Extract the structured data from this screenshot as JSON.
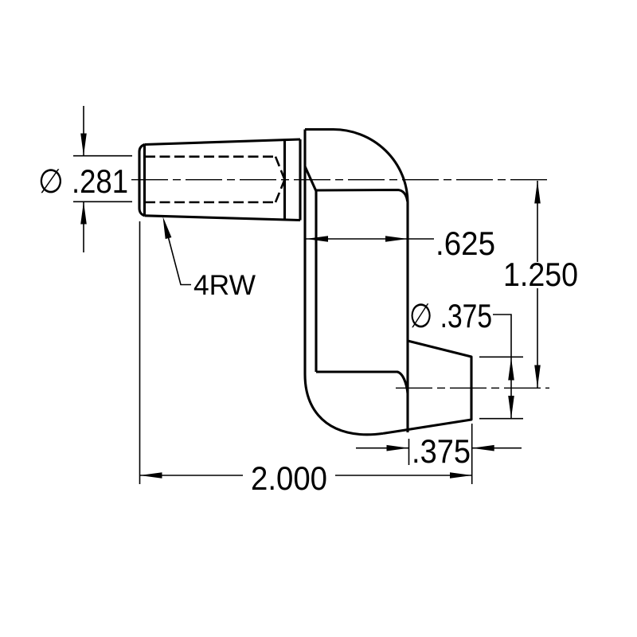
{
  "drawing": {
    "type": "engineering-dimension-drawing",
    "part": "offset-crank-with-threaded-shaft-and-pin",
    "background_color": "#ffffff",
    "line_color": "#000000",
    "labels": {
      "shaft_diameter": "∅ .281",
      "thread_note": "4RW",
      "arm_width": ".625",
      "center_distance": "1.250",
      "pin_diameter": "∅ .375",
      "pin_length": ".375",
      "overall_length": "2.000"
    }
  }
}
